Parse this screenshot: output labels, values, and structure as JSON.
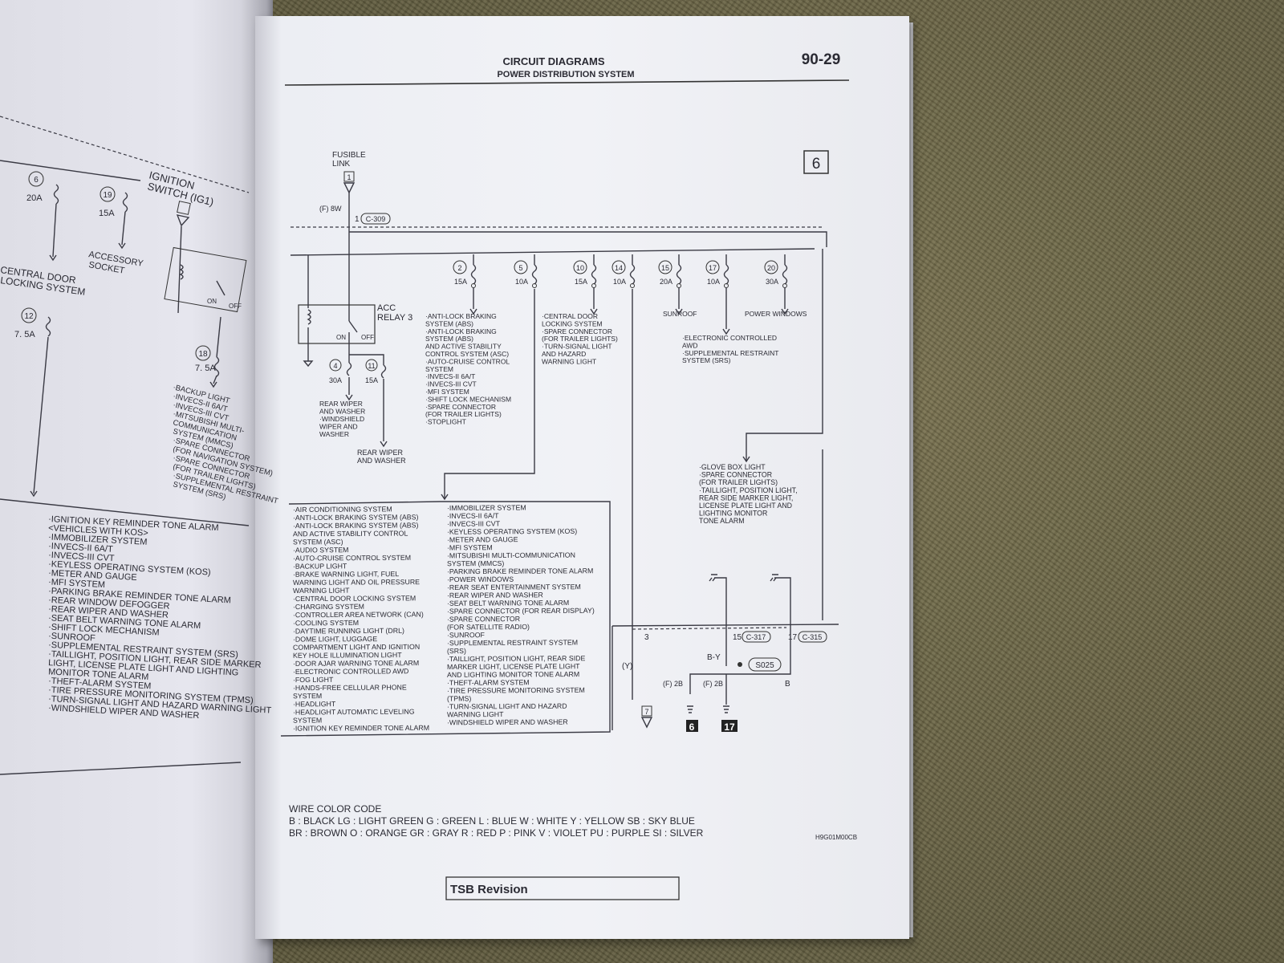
{
  "header": {
    "title": "CIRCUIT DIAGRAMS",
    "subtitle": "POWER DISTRIBUTION SYSTEM",
    "page_number": "90-29",
    "diagram_index": "6"
  },
  "fusible_link": {
    "label1": "FUSIBLE",
    "label2": "LINK",
    "number": "1"
  },
  "main_connector": {
    "pin": "1",
    "name": "C-309",
    "wire": "(F) 8W"
  },
  "acc_relay": {
    "label": "ACC",
    "label2": "RELAY 3",
    "on": "ON",
    "off": "OFF"
  },
  "relay_fuses": [
    {
      "num": "4",
      "amp": "30A",
      "loads": [
        "REAR WIPER",
        "AND WASHER",
        "·WINDSHIELD",
        "WIPER AND",
        "WASHER"
      ]
    },
    {
      "num": "11",
      "amp": "15A",
      "loads": [
        "REAR WIPER",
        "AND WASHER"
      ]
    }
  ],
  "fuses": [
    {
      "num": "2",
      "amp": "15A",
      "loads": [
        "·ANTI-LOCK BRAKING",
        "SYSTEM (ABS)",
        "·ANTI-LOCK BRAKING",
        "SYSTEM (ABS)",
        "AND ACTIVE STABILITY",
        "CONTROL SYSTEM (ASC)",
        "·AUTO-CRUISE CONTROL",
        "SYSTEM",
        "·INVECS-II 6A/T",
        "·INVECS-III CVT",
        "·MFI SYSTEM",
        "·SHIFT LOCK MECHANISM",
        "·SPARE CONNECTOR",
        "(FOR TRAILER LIGHTS)",
        "·STOPLIGHT"
      ]
    },
    {
      "num": "5",
      "amp": "10A",
      "loads": []
    },
    {
      "num": "10",
      "amp": "15A",
      "loads": [
        "·CENTRAL DOOR",
        "LOCKING SYSTEM",
        "·SPARE CONNECTOR",
        "(FOR TRAILER LIGHTS)",
        "·TURN-SIGNAL LIGHT",
        "AND HAZARD",
        "WARNING LIGHT"
      ]
    },
    {
      "num": "14",
      "amp": "10A",
      "loads": []
    },
    {
      "num": "15",
      "amp": "20A",
      "loads": [
        "SUNROOF"
      ]
    },
    {
      "num": "17",
      "amp": "10A",
      "loads": [
        "·ELECTRONIC CONTROLLED",
        "AWD",
        "·SUPPLEMENTAL RESTRAINT",
        "SYSTEM (SRS)"
      ]
    },
    {
      "num": "20",
      "amp": "30A",
      "loads": [
        "POWER WINDOWS"
      ]
    }
  ],
  "glovebox_loads": [
    "·GLOVE BOX LIGHT",
    "·SPARE CONNECTOR",
    "(FOR TRAILER LIGHTS)",
    "·TAILLIGHT, POSITION LIGHT,",
    "REAR SIDE MARKER LIGHT,",
    "LICENSE PLATE LIGHT AND",
    "LIGHTING MONITOR",
    "TONE ALARM"
  ],
  "load_box_col1": [
    "·AIR CONDITIONING SYSTEM",
    "·ANTI-LOCK BRAKING SYSTEM (ABS)",
    "·ANTI-LOCK BRAKING SYSTEM (ABS)",
    "AND ACTIVE STABILITY CONTROL",
    "SYSTEM (ASC)",
    "·AUDIO SYSTEM",
    "·AUTO-CRUISE CONTROL SYSTEM",
    "·BACKUP LIGHT",
    "·BRAKE WARNING LIGHT, FUEL",
    "WARNING LIGHT AND OIL PRESSURE",
    "WARNING LIGHT",
    "·CENTRAL DOOR LOCKING SYSTEM",
    "·CHARGING SYSTEM",
    "·CONTROLLER AREA NETWORK (CAN)",
    "·COOLING SYSTEM",
    "·DAYTIME RUNNING LIGHT (DRL)",
    "·DOME LIGHT, LUGGAGE",
    "COMPARTMENT LIGHT AND IGNITION",
    "KEY HOLE ILLUMINATION LIGHT",
    "·DOOR AJAR WARNING TONE ALARM",
    "·ELECTRONIC CONTROLLED AWD",
    "·FOG LIGHT",
    "·HANDS-FREE CELLULAR PHONE",
    "SYSTEM",
    "·HEADLIGHT",
    "·HEADLIGHT AUTOMATIC LEVELING",
    "SYSTEM",
    "·IGNITION KEY REMINDER TONE ALARM"
  ],
  "load_box_col2": [
    "·IMMOBILIZER SYSTEM",
    "·INVECS-II 6A/T",
    "·INVECS-III CVT",
    "·KEYLESS OPERATING SYSTEM (KOS)",
    "·METER AND GAUGE",
    "·MFI SYSTEM",
    "·MITSUBISHI MULTI-COMMUNICATION",
    "SYSTEM (MMCS)",
    "·PARKING BRAKE REMINDER TONE ALARM",
    "·POWER WINDOWS",
    "·REAR SEAT ENTERTAINMENT SYSTEM",
    "·REAR WIPER AND WASHER",
    "·SEAT BELT WARNING TONE ALARM",
    "·SPARE CONNECTOR (FOR REAR DISPLAY)",
    "·SPARE CONNECTOR",
    "(FOR SATELLITE RADIO)",
    "·SUNROOF",
    "·SUPPLEMENTAL RESTRAINT SYSTEM",
    "(SRS)",
    "·TAILLIGHT, POSITION LIGHT, REAR SIDE",
    "MARKER LIGHT, LICENSE PLATE LIGHT",
    "AND LIGHTING MONITOR TONE ALARM",
    "·THEFT-ALARM SYSTEM",
    "·TIRE PRESSURE MONITORING SYSTEM",
    "(TPMS)",
    "·TURN-SIGNAL LIGHT AND HAZARD",
    "WARNING LIGHT",
    "·WINDSHIELD WIPER AND WASHER"
  ],
  "ground_section": {
    "pin3": "3",
    "pin15": "15",
    "pin17": "17",
    "conn317": "C-317",
    "conn315": "C-315",
    "wire_y": "(Y)",
    "wire_by": "B-Y",
    "wire_b": "B",
    "splice": "S025",
    "f2b": "(F) 2B",
    "ground6": "6",
    "ground17": "17",
    "arrow_num": "7"
  },
  "wire_color_code": {
    "title": "WIRE COLOR CODE",
    "row1": "B : BLACK   LG : LIGHT GREEN   G : GREEN   L : BLUE   W : WHITE   Y : YELLOW   SB : SKY BLUE",
    "row2": "BR : BROWN   O : ORANGE   GR : GRAY   R : RED   P : PINK   V : VIOLET   PU : PURPLE   SI : SILVER"
  },
  "figure_code": "H9G01M00CB",
  "tsb_revision": "TSB Revision",
  "left_page": {
    "fuse6": {
      "num": "6",
      "amp": "20A"
    },
    "fuse19": {
      "num": "19",
      "amp": "15A"
    },
    "fuse12": {
      "num": "12",
      "amp": "7. 5A"
    },
    "fuse18": {
      "num": "18",
      "amp": "7. 5A"
    },
    "ignition_label1": "IGNITION",
    "ignition_label2": "SWITCH (IG1)",
    "accessory1": "ACCESSORY",
    "accessory2": "SOCKET",
    "central1": "CENTRAL DOOR",
    "central2": "LOCKING SYSTEM",
    "relay_on": "ON",
    "relay_off": "OFF",
    "fuse18_loads": [
      "·BACKUP LIGHT",
      "·INVECS-II 6A/T",
      "·INVECS-III CVT",
      "·MITSUBISHI MULTI-",
      "COMMUNICATION",
      "SYSTEM (MMCS)",
      "·SPARE CONNECTOR",
      "(FOR NAVIGATION SYSTEM)",
      "·SPARE CONNECTOR",
      "(FOR TRAILER LIGHTS)",
      "·SUPPLEMENTAL RESTRAINT",
      "SYSTEM (SRS)"
    ],
    "load_list": [
      "·IGNITION KEY REMINDER TONE ALARM",
      "<VEHICLES WITH KOS>",
      "·IMMOBILIZER SYSTEM",
      "·INVECS-II 6A/T",
      "·INVECS-III CVT",
      "·KEYLESS OPERATING SYSTEM (KOS)",
      "·METER AND GAUGE",
      "·MFI SYSTEM",
      "·PARKING BRAKE REMINDER TONE ALARM",
      "·REAR WINDOW DEFOGGER",
      "·REAR WIPER AND WASHER",
      "·SEAT BELT WARNING TONE ALARM",
      "·SHIFT LOCK MECHANISM",
      "·SUNROOF",
      "·SUPPLEMENTAL RESTRAINT SYSTEM (SRS)",
      "·TAILLIGHT, POSITION LIGHT, REAR SIDE MARKER",
      "LIGHT, LICENSE PLATE LIGHT AND LIGHTING",
      "MONITOR TONE ALARM",
      "·THEFT-ALARM SYSTEM",
      "·TIRE PRESSURE MONITORING SYSTEM (TPMS)",
      "·TURN-SIGNAL LIGHT AND HAZARD WARNING LIGHT",
      "·WINDSHIELD WIPER AND WASHER"
    ]
  }
}
